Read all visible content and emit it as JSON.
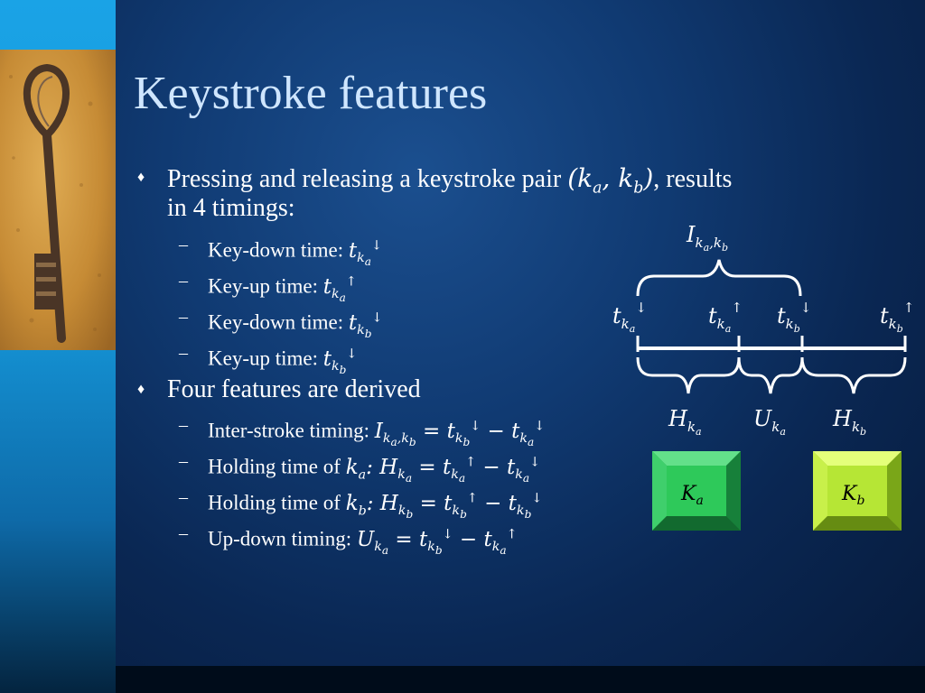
{
  "slide": {
    "title": "Keystroke features",
    "bullets": [
      {
        "text": "Pressing and releasing a keystroke pair",
        "math": "(k_a, k_b)",
        "suffix": ", results",
        "continuation": "in 4 timings:",
        "sub_items": [
          {
            "label": "Key-down time: ",
            "math": "t_{k_a}↓"
          },
          {
            "label": "Key-up time: ",
            "math": "t_{k_a}↑"
          },
          {
            "label": "Key-down time: ",
            "math": "t_{k_b}↓"
          },
          {
            "label": "Key-up time: ",
            "math": "t_{k_b}↓"
          }
        ]
      },
      {
        "text": "Four features are derived",
        "sub_items": [
          {
            "label": "Inter-stroke timing: ",
            "math": "I_{k_a,k_b} = t_{k_b}↓ − t_{k_a}↓"
          },
          {
            "label": "Holding time of ",
            "math": "k_a: H_{k_a} = t_{k_a}↑ − t_{k_a}↓"
          },
          {
            "label": "Holding time of ",
            "math": "k_b: H_{k_b} = t_{k_b}↑ − t_{k_b}↓"
          },
          {
            "label": "Up-down timing: ",
            "math": "U_{k_a} = t_{k_b}↓ − t_{k_a}↑"
          }
        ]
      }
    ]
  },
  "diagram": {
    "top_label": "I_{k_a,k_b}",
    "timeline_labels": [
      "t_{k_a}↓",
      "t_{k_a}↑",
      "t_{k_b}↓",
      "t_{k_b}↑"
    ],
    "bottom_labels": [
      "H_{k_a}",
      "U_{k_a}",
      "H_{k_b}"
    ],
    "keys": [
      {
        "label": "K_a",
        "color": "#2ec95a"
      },
      {
        "label": "K_b",
        "color": "#b6e635"
      }
    ]
  },
  "colors": {
    "title": "#cfe6ff",
    "background": "#0a2753",
    "text": "#ffffff"
  }
}
